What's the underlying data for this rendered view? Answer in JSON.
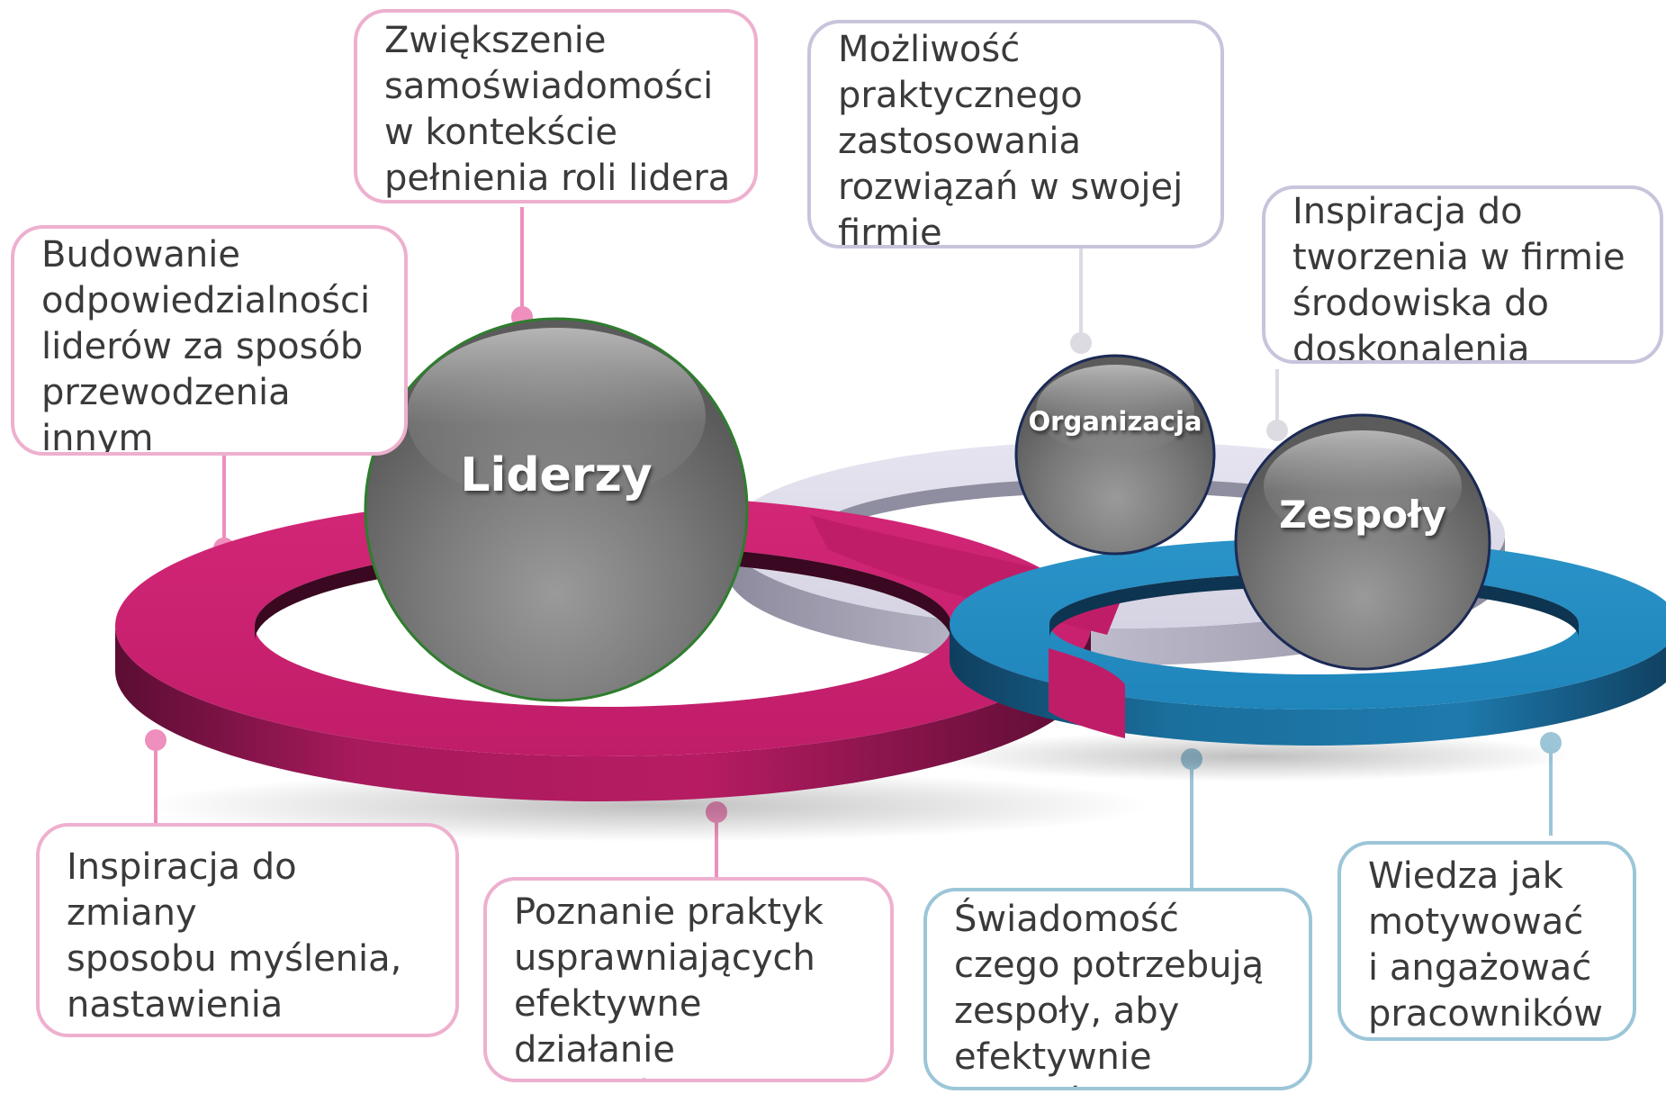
{
  "spheres": {
    "leaders": "Liderzy",
    "organization": "Organizacja",
    "teams": "Zespoły"
  },
  "boxes": {
    "self_awareness": "Zwiększenie\nsamoświadomości\nw kontekście\npełnienia roli lidera",
    "practical_application": "Możliwość\npraktycznego\nzastosowania\nrozwiązań w swojej\nfirmie",
    "responsibility": "Budowanie\nodpowiedzialności\nliderów za sposób\nprzewodzenia\ninnym",
    "improvement_environment": "Inspiracja do\ntworzenia w firmie\nśrodowiska do\ndoskonalenia",
    "mindset_change": "Inspiracja do zmiany\nsposobu myślenia,\nnastawienia\ni działania",
    "team_practices": "Poznanie praktyk\nusprawniających\nefektywne działanie\nzespołów",
    "team_needs": "Świadomość\nczego potrzebują\nzespoły, aby\nefektywnie działać",
    "motivation": "Wiedza jak\nmotywować\ni angażować\npracowników"
  },
  "colors": {
    "leaders_ring": "#c8206e",
    "organization_ring": "#dddbe8",
    "teams_ring": "#2289bf",
    "sphere": "#7c7c7c",
    "pink_border": "#eeb0cf",
    "lavender_border": "#c8c4dc",
    "blue_border": "#9cc6d8"
  }
}
